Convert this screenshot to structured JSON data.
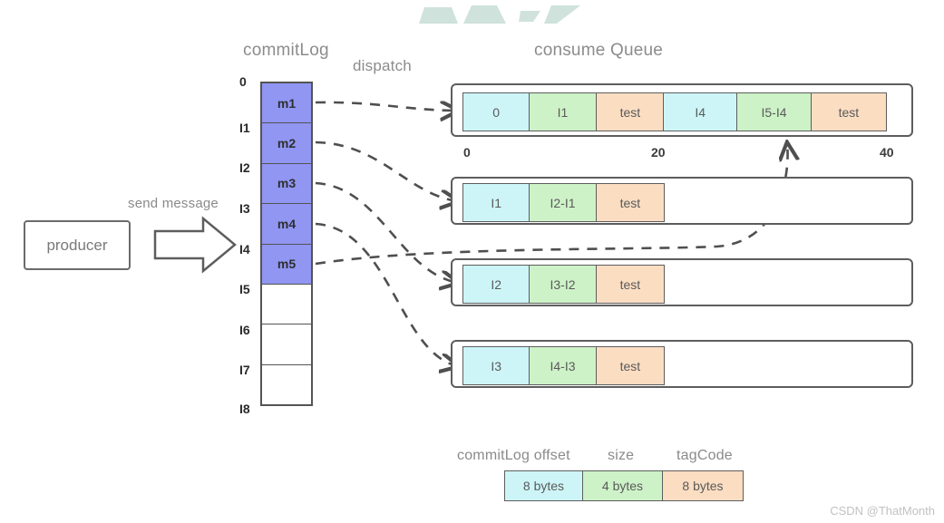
{
  "diagram": {
    "titles": {
      "commit_log": "commitLog",
      "dispatch": "dispatch",
      "consume_queue": "consume Queue",
      "send_message": "send message"
    },
    "producer": {
      "label": "producer"
    },
    "commit_log": {
      "offsets": [
        "0",
        "I1",
        "I2",
        "I3",
        "I4",
        "I5",
        "I6",
        "I7",
        "I8"
      ],
      "cells": [
        {
          "label": "m1",
          "filled": true
        },
        {
          "label": "m2",
          "filled": true
        },
        {
          "label": "m3",
          "filled": true
        },
        {
          "label": "m4",
          "filled": true
        },
        {
          "label": "m5",
          "filled": true
        },
        {
          "label": "",
          "filled": false
        },
        {
          "label": "",
          "filled": false
        },
        {
          "label": "",
          "filled": false
        }
      ],
      "fill_color": "#9096f2"
    },
    "consume_queue": {
      "rows": [
        {
          "groups": [
            {
              "offset": "0",
              "size": "I1",
              "tag": "test"
            },
            {
              "offset": "I4",
              "size": "I5-I4",
              "tag": "test"
            }
          ]
        },
        {
          "groups": [
            {
              "offset": "I1",
              "size": "I2-I1",
              "tag": "test"
            }
          ]
        },
        {
          "groups": [
            {
              "offset": "I2",
              "size": "I3-I2",
              "tag": "test"
            }
          ]
        },
        {
          "groups": [
            {
              "offset": "I3",
              "size": "I4-I3",
              "tag": "test"
            }
          ]
        }
      ],
      "ruler": [
        "0",
        "20",
        "40"
      ],
      "colors": {
        "offset": "#cdf5f8",
        "size": "#cdf2c7",
        "tag": "#fbddc2"
      }
    },
    "legend": {
      "headers": [
        "commitLog offset",
        "size",
        "tagCode"
      ],
      "values": [
        "8 bytes",
        "4 bytes",
        "8 bytes"
      ]
    },
    "watermark": "CSDN @ThatMonth"
  }
}
